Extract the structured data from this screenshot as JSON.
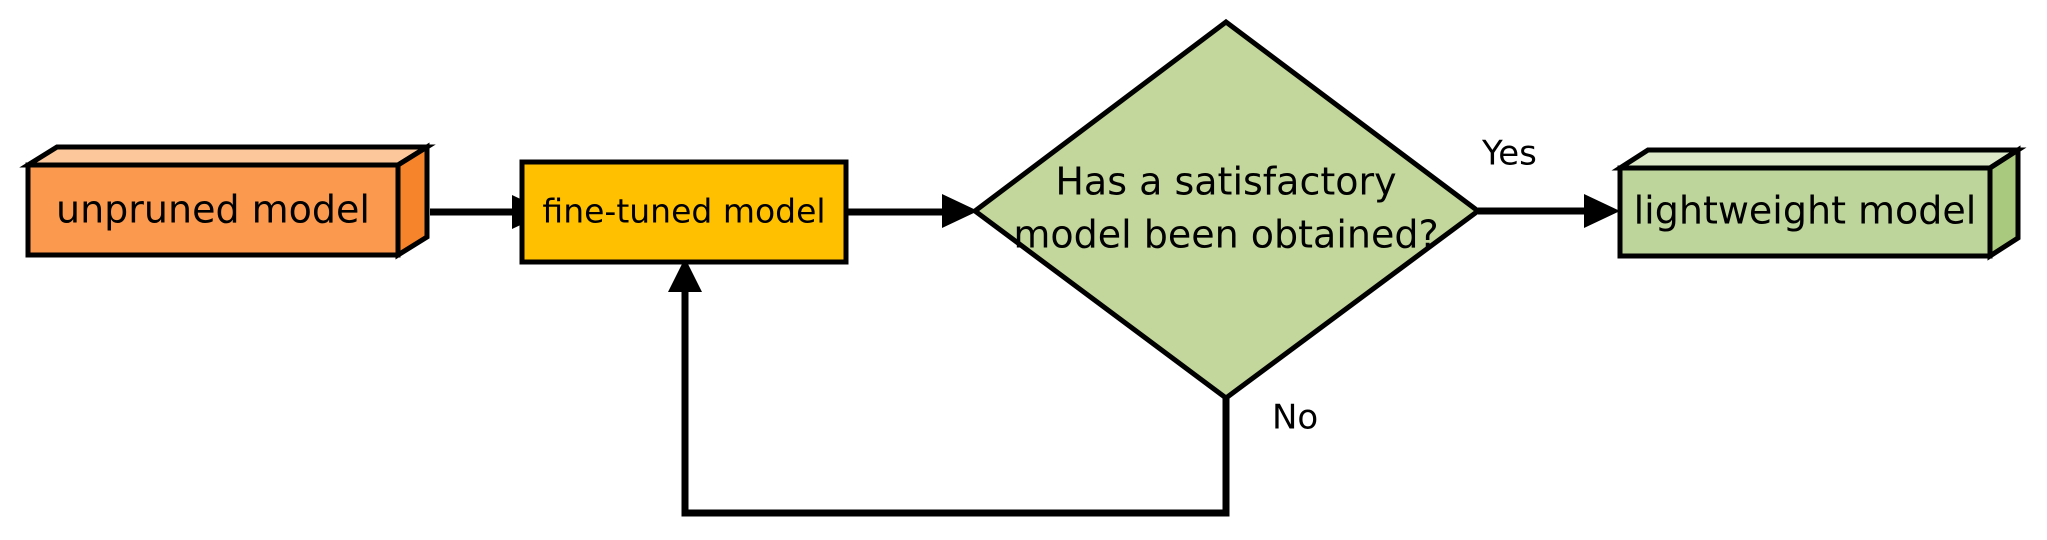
{
  "diagram": {
    "type": "flowchart",
    "orientation": "left-to-right",
    "background_color": "#FFFFFF",
    "line_color": "#000000",
    "nodes": [
      {
        "id": "unpruned-model",
        "label": "unpruned model",
        "shape": "3d-box",
        "fill_color": "#FB9A4E",
        "top_face_color": "#FCC79A",
        "side_face_color": "#F5842A"
      },
      {
        "id": "fine-tuned-model",
        "label": "fine-tuned model",
        "shape": "rectangle",
        "fill_color": "#FFC000"
      },
      {
        "id": "decision",
        "label_line1": "Has a satisfactory",
        "label_line2": "model been obtained?",
        "shape": "diamond",
        "fill_color": "#C3D69B"
      },
      {
        "id": "lightweight-model",
        "label": "lightweight model",
        "shape": "3d-box",
        "fill_color": "#BDD49A",
        "top_face_color": "#DCE8C8",
        "side_face_color": "#A9C97E"
      }
    ],
    "edges": [
      {
        "id": "edge-unpruned-to-finetuned",
        "label": ""
      },
      {
        "id": "edge-finetuned-to-decision",
        "label": ""
      },
      {
        "id": "edge-decision-yes",
        "label": "Yes"
      },
      {
        "id": "edge-decision-no",
        "label": "No"
      }
    ]
  }
}
